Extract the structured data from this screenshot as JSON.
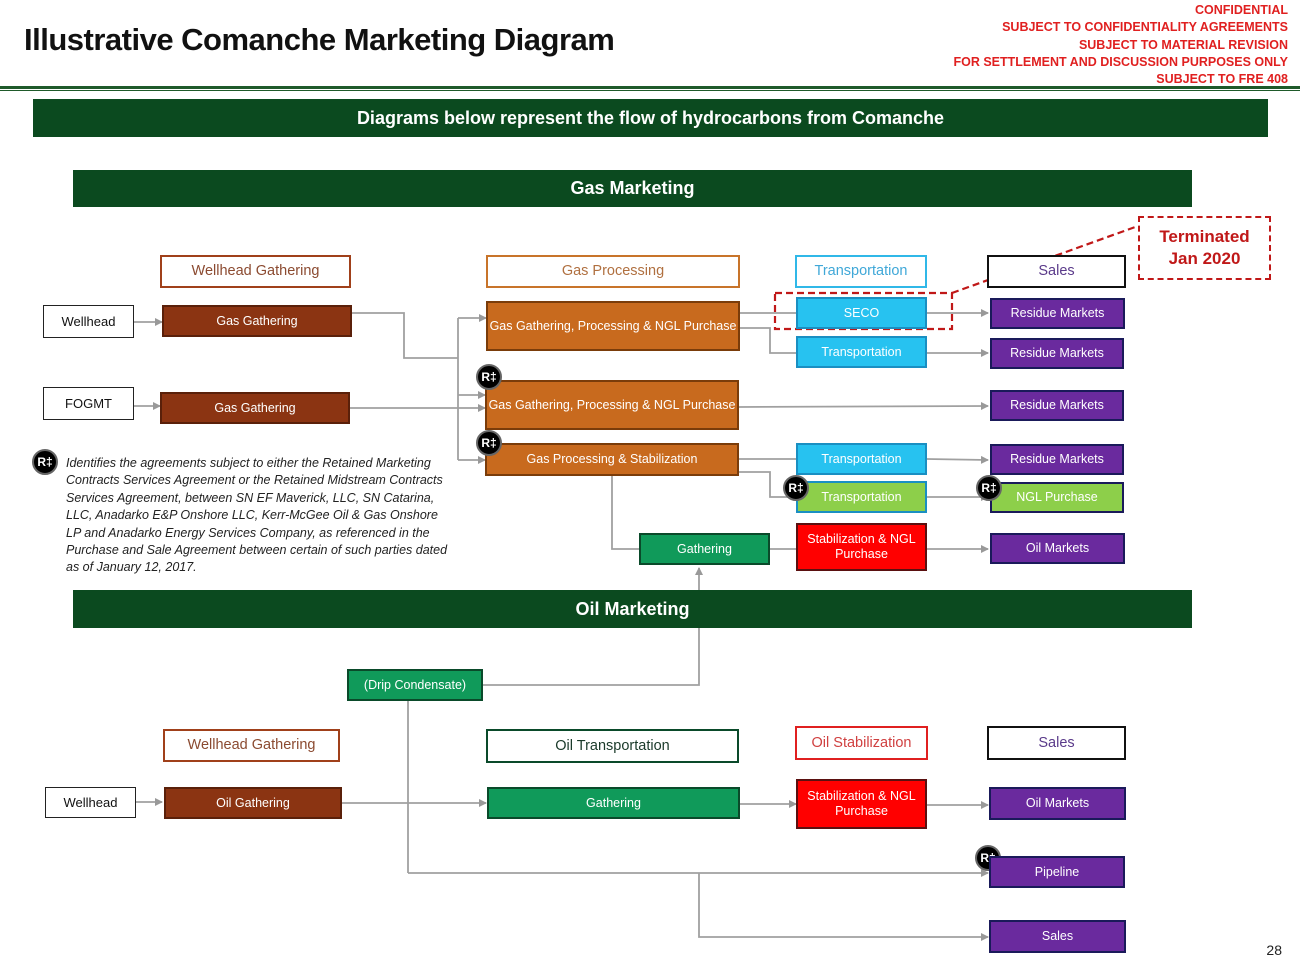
{
  "header": {
    "title": "Illustrative Comanche Marketing Diagram",
    "confidential": [
      "CONFIDENTIAL",
      "SUBJECT TO CONFIDENTIALITY AGREEMENTS",
      "SUBJECT TO MATERIAL REVISION",
      "FOR SETTLEMENT AND DISCUSSION PURPOSES ONLY",
      "SUBJECT TO FRE 408"
    ]
  },
  "banner": "Diagrams below represent the flow of hydrocarbons from Comanche",
  "gas": {
    "section_title": "Gas Marketing",
    "headers": {
      "wellhead_gathering": "Wellhead Gathering",
      "gas_processing": "Gas Processing",
      "transportation": "Transportation",
      "sales": "Sales"
    },
    "sources": {
      "wellhead": "Wellhead",
      "fogmt": "FOGMT"
    },
    "gathering": [
      "Gas Gathering",
      "Gas Gathering"
    ],
    "processing": [
      "Gas Gathering, Processing & NGL Purchase",
      "Gas Gathering, Processing & NGL Purchase",
      "Gas Processing & Stabilization"
    ],
    "transport": [
      "SECO",
      "Transportation",
      "Transportation",
      "Transportation"
    ],
    "gathering_mid": "Gathering",
    "stabilization": "Stabilization & NGL Purchase",
    "sales": [
      "Residue Markets",
      "Residue Markets",
      "Residue Markets",
      "Residue Markets",
      "NGL Purchase",
      "Oil Markets"
    ],
    "terminated": {
      "line1": "Terminated",
      "line2": "Jan 2020"
    }
  },
  "footnote": {
    "badge": "R‡",
    "text": "Identifies the agreements subject to either the Retained Marketing Contracts Services Agreement or the Retained Midstream Contracts Services Agreement, between SN EF Maverick, LLC, SN Catarina, LLC, Anadarko E&P Onshore LLC, Kerr-McGee Oil & Gas Onshore LP and Anadarko Energy Services Company, as referenced in the Purchase and Sale Agreement between certain of such parties dated as of January 12, 2017."
  },
  "oil": {
    "section_title": "Oil Marketing",
    "drip": "(Drip Condensate)",
    "headers": {
      "wellhead_gathering": "Wellhead Gathering",
      "oil_transportation": "Oil Transportation",
      "oil_stabilization": "Oil Stabilization",
      "sales": "Sales"
    },
    "wellhead": "Wellhead",
    "oil_gathering": "Oil Gathering",
    "gathering": "Gathering",
    "stabilization": "Stabilization & NGL Purchase",
    "sales": [
      "Oil Markets",
      "Pipeline",
      "Sales"
    ]
  },
  "colors": {
    "band": "#0b4a1f",
    "confidential": "#e02020",
    "brown": "#8b3412",
    "orange": "#c86a1e",
    "cyan": "#27c2f0",
    "light_green": "#8dcf4a",
    "purple": "#6a2a9e",
    "green": "#109a5a",
    "red": "#ff0000"
  },
  "page_number": "28"
}
